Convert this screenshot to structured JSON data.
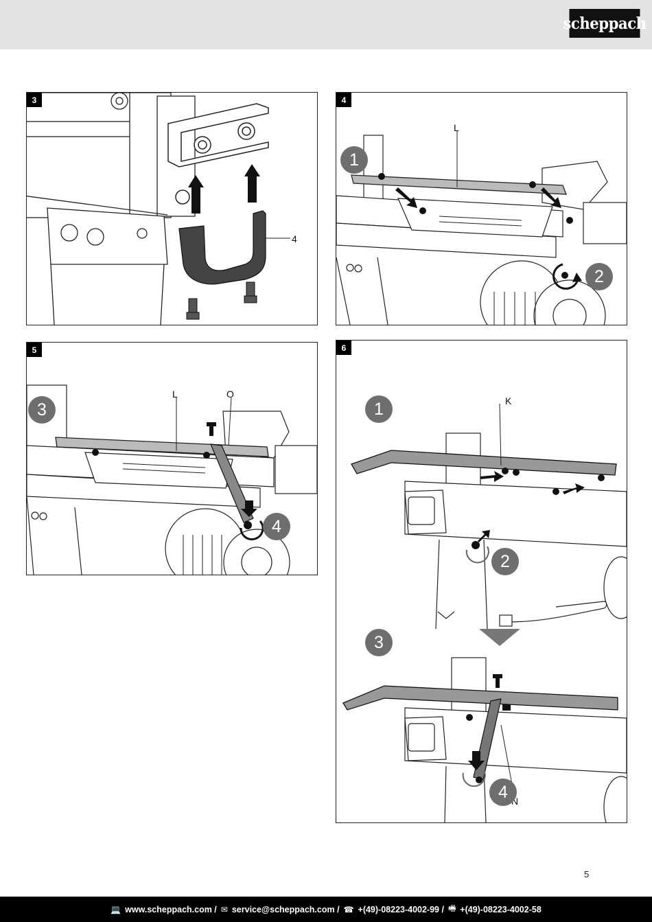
{
  "header": {
    "brand": "scheppach"
  },
  "figures": [
    {
      "number": "3",
      "labels": [
        "4"
      ]
    },
    {
      "number": "4",
      "labels": [
        "L"
      ],
      "steps": [
        "1",
        "2"
      ]
    },
    {
      "number": "5",
      "labels": [
        "L",
        "O"
      ],
      "steps": [
        "3",
        "4"
      ]
    },
    {
      "number": "6",
      "labels": [
        "K",
        "N"
      ],
      "steps": [
        "1",
        "2",
        "3",
        "4"
      ]
    }
  ],
  "page_number": "5",
  "footer": {
    "website": "www.scheppach.com /",
    "email": "service@scheppach.com /",
    "phone": "+(49)-08223-4002-99 /",
    "fax": "+(49)-08223-4002-58",
    "icons": [
      "computer-icon",
      "mail-icon",
      "phone-icon",
      "fax-icon"
    ]
  }
}
